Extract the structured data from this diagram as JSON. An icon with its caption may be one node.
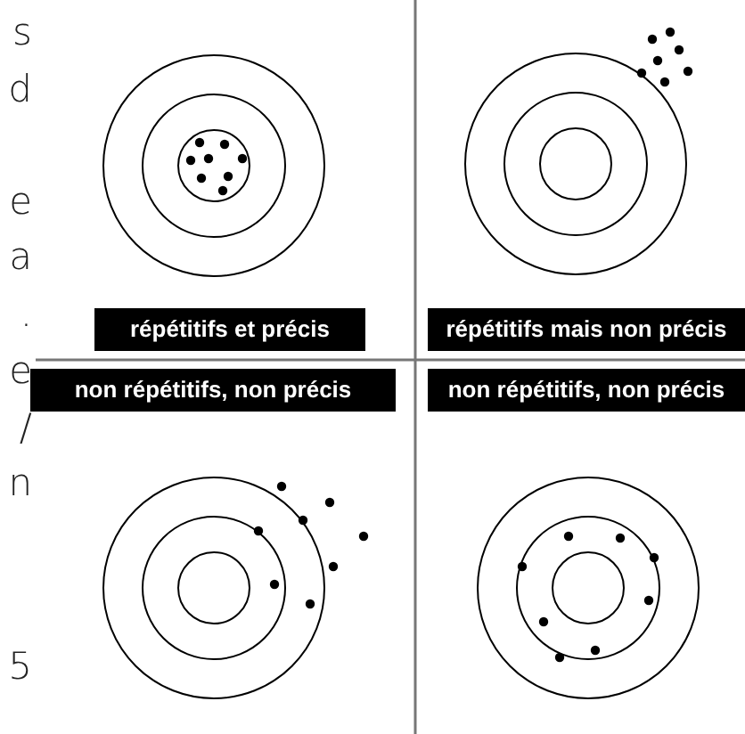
{
  "diagram": {
    "labels": [
      "s",
      "d",
      "e",
      "a",
      ".",
      "e",
      "/",
      "n",
      "répétitifs et précis",
      "répétitifs mais non précis",
      "non répétitifs, non précis",
      "non répétitifs, non précis",
      "5"
    ]
  }
}
